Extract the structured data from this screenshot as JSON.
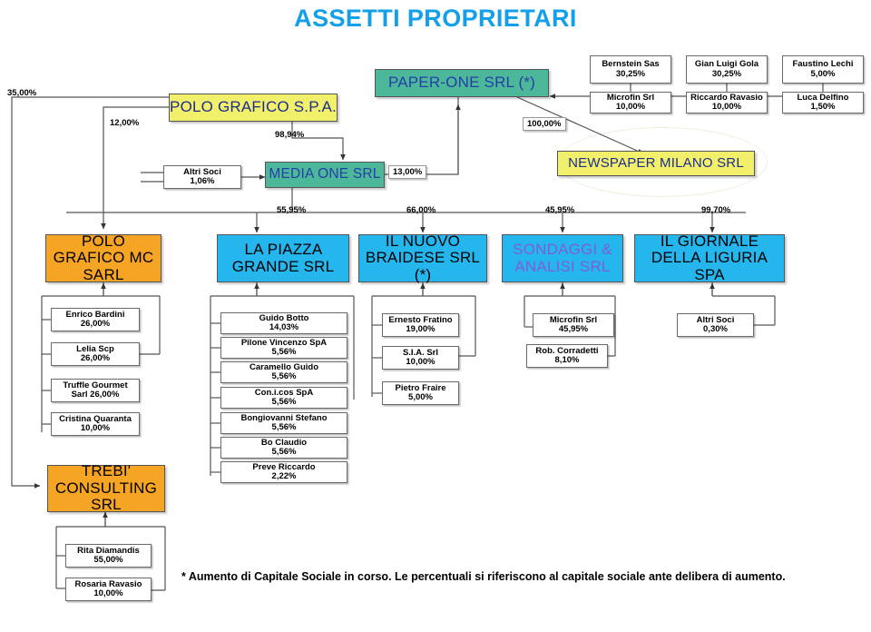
{
  "title": "ASSETTI PROPRIETARI",
  "footnote": "* Aumento di Capitale Sociale in corso. Le percentuali si riferiscono al capitale sociale ante delibera di aumento.",
  "colors": {
    "title": "#13a0e8",
    "yellow": "#f2f06a",
    "green": "#4db79a",
    "orange": "#f5a423",
    "cyan": "#26b6ee",
    "entity_text_blue": "#2440a8",
    "violet_text": "#7d5fd4",
    "box_border": "#555555",
    "wire": "#555555"
  },
  "entities": {
    "paper_one": "PAPER-ONE SRL (*)",
    "newspaper_milano": "NEWSPAPER MILANO SRL",
    "polo_grafico_spa": "POLO GRAFICO S.P.A.",
    "media_one": "MEDIA ONE SRL",
    "polo_grafico_mc": "POLO GRAFICO\nMC SARL",
    "polo_grafico_mc_l1": "POLO GRAFICO",
    "polo_grafico_mc_l2": "MC SARL",
    "la_piazza_l1": "LA PIAZZA",
    "la_piazza_l2": "GRANDE SRL",
    "braidese_l1": "IL NUOVO",
    "braidese_l2": "BRAIDESE SRL (*)",
    "sondaggi_l1": "SONDAGGI &",
    "sondaggi_l2": "ANALISI SRL",
    "giornale_l1": "IL GIORNALE DELLA",
    "giornale_l2": "LIGURIA SPA",
    "trebi_l1": "TREBI'",
    "trebi_l2": "CONSULTING SRL"
  },
  "paper_one_shareholders": [
    {
      "name": "Bernstein Sas",
      "pct": "30,25%"
    },
    {
      "name": "Gian Luigi Gola",
      "pct": "30,25%"
    },
    {
      "name": "Faustino Lechi",
      "pct": "5,00%"
    },
    {
      "name": "Microfin Srl",
      "pct": "10,00%"
    },
    {
      "name": "Riccardo Ravasio",
      "pct": "10,00%"
    },
    {
      "name": "Luca Delfino",
      "pct": "1,50%"
    }
  ],
  "media_one_shareholders": [
    {
      "name": "Altri Soci",
      "pct": "1,06%"
    }
  ],
  "polo_mc_shareholders": [
    {
      "name": "Enrico Bardini",
      "pct": "26,00%"
    },
    {
      "name": "Lelia Scp",
      "pct": "26,00%"
    },
    {
      "name": "Truffle Gourmet",
      "pct": "Sarl 26,00%"
    },
    {
      "name": "Cristina Quaranta",
      "pct": "10,00%"
    }
  ],
  "piazza_shareholders": [
    {
      "name": "Guido Botto",
      "pct": "14,03%"
    },
    {
      "name": "Pilone Vincenzo SpA",
      "pct": "5,56%"
    },
    {
      "name": "Caramello Guido",
      "pct": "5,56%"
    },
    {
      "name": "Con.i.cos SpA",
      "pct": "5,56%"
    },
    {
      "name": "Bongiovanni Stefano",
      "pct": "5,56%"
    },
    {
      "name": "Bo Claudio",
      "pct": "5,56%"
    },
    {
      "name": "Preve Riccardo",
      "pct": "2,22%"
    }
  ],
  "braidese_shareholders": [
    {
      "name": "Ernesto Fratino",
      "pct": "19,00%"
    },
    {
      "name": "S.I.A. Srl",
      "pct": "10,00%"
    },
    {
      "name": "Pietro Fraire",
      "pct": "5,00%"
    }
  ],
  "sondaggi_shareholders": [
    {
      "name": "Microfin Srl",
      "pct": "45,95%"
    },
    {
      "name": "Rob. Corradetti",
      "pct": "8,10%"
    }
  ],
  "giornale_shareholders": [
    {
      "name": "Altri Soci",
      "pct": "0,30%"
    }
  ],
  "trebi_shareholders": [
    {
      "name": "Rita Diamandis",
      "pct": "55,00%"
    },
    {
      "name": "Rosaria Ravasio",
      "pct": "10,00%"
    }
  ],
  "edge_labels": {
    "spa_to_trebi": "35,00%",
    "spa_to_polo_mc": "12,00%",
    "spa_to_media": "98,94%",
    "media_to_paper": "13,00%",
    "paper_to_newspaper": "100,00%",
    "media_to_piazza": "55,95%",
    "media_to_braidese": "66,00%",
    "media_to_sondaggi": "45,95%",
    "media_to_giornale": "99,70%"
  },
  "chart_data": {
    "type": "diagram",
    "title": "ASSETTI PROPRIETARI",
    "ownership_edges": [
      {
        "from": "Bernstein Sas",
        "to": "PAPER-ONE SRL (*)",
        "pct": 30.25
      },
      {
        "from": "Gian Luigi Gola",
        "to": "PAPER-ONE SRL (*)",
        "pct": 30.25
      },
      {
        "from": "Faustino Lechi",
        "to": "PAPER-ONE SRL (*)",
        "pct": 5.0
      },
      {
        "from": "Microfin Srl",
        "to": "PAPER-ONE SRL (*)",
        "pct": 10.0
      },
      {
        "from": "Riccardo Ravasio",
        "to": "PAPER-ONE SRL (*)",
        "pct": 10.0
      },
      {
        "from": "Luca Delfino",
        "to": "PAPER-ONE SRL (*)",
        "pct": 1.5
      },
      {
        "from": "MEDIA ONE SRL",
        "to": "PAPER-ONE SRL (*)",
        "pct": 13.0
      },
      {
        "from": "PAPER-ONE SRL (*)",
        "to": "NEWSPAPER MILANO SRL",
        "pct": 100.0
      },
      {
        "from": "POLO GRAFICO S.P.A.",
        "to": "MEDIA ONE SRL",
        "pct": 98.94
      },
      {
        "from": "Altri Soci",
        "to": "MEDIA ONE SRL",
        "pct": 1.06
      },
      {
        "from": "POLO GRAFICO S.P.A.",
        "to": "POLO GRAFICO MC SARL",
        "pct": 12.0
      },
      {
        "from": "POLO GRAFICO S.P.A.",
        "to": "TREBI' CONSULTING SRL",
        "pct": 35.0
      },
      {
        "from": "MEDIA ONE SRL",
        "to": "LA PIAZZA GRANDE SRL",
        "pct": 55.95
      },
      {
        "from": "MEDIA ONE SRL",
        "to": "IL NUOVO BRAIDESE SRL (*)",
        "pct": 66.0
      },
      {
        "from": "MEDIA ONE SRL",
        "to": "SONDAGGI & ANALISI SRL",
        "pct": 45.95
      },
      {
        "from": "MEDIA ONE SRL",
        "to": "IL GIORNALE DELLA LIGURIA SPA",
        "pct": 99.7
      },
      {
        "from": "Enrico Bardini",
        "to": "POLO GRAFICO MC SARL",
        "pct": 26.0
      },
      {
        "from": "Lelia Scp",
        "to": "POLO GRAFICO MC SARL",
        "pct": 26.0
      },
      {
        "from": "Truffle Gourmet Sarl",
        "to": "POLO GRAFICO MC SARL",
        "pct": 26.0
      },
      {
        "from": "Cristina Quaranta",
        "to": "POLO GRAFICO MC SARL",
        "pct": 10.0
      },
      {
        "from": "Guido Botto",
        "to": "LA PIAZZA GRANDE SRL",
        "pct": 14.03
      },
      {
        "from": "Pilone Vincenzo SpA",
        "to": "LA PIAZZA GRANDE SRL",
        "pct": 5.56
      },
      {
        "from": "Caramello Guido",
        "to": "LA PIAZZA GRANDE SRL",
        "pct": 5.56
      },
      {
        "from": "Con.i.cos SpA",
        "to": "LA PIAZZA GRANDE SRL",
        "pct": 5.56
      },
      {
        "from": "Bongiovanni Stefano",
        "to": "LA PIAZZA GRANDE SRL",
        "pct": 5.56
      },
      {
        "from": "Bo Claudio",
        "to": "LA PIAZZA GRANDE SRL",
        "pct": 5.56
      },
      {
        "from": "Preve Riccardo",
        "to": "LA PIAZZA GRANDE SRL",
        "pct": 2.22
      },
      {
        "from": "Ernesto Fratino",
        "to": "IL NUOVO BRAIDESE SRL (*)",
        "pct": 19.0
      },
      {
        "from": "S.I.A. Srl",
        "to": "IL NUOVO BRAIDESE SRL (*)",
        "pct": 10.0
      },
      {
        "from": "Pietro Fraire",
        "to": "IL NUOVO BRAIDESE SRL (*)",
        "pct": 5.0
      },
      {
        "from": "Microfin Srl",
        "to": "SONDAGGI & ANALISI SRL",
        "pct": 45.95
      },
      {
        "from": "Rob. Corradetti",
        "to": "SONDAGGI & ANALISI SRL",
        "pct": 8.1
      },
      {
        "from": "Altri Soci",
        "to": "IL GIORNALE DELLA LIGURIA SPA",
        "pct": 0.3
      },
      {
        "from": "Rita Diamandis",
        "to": "TREBI' CONSULTING SRL",
        "pct": 55.0
      },
      {
        "from": "Rosaria Ravasio",
        "to": "TREBI' CONSULTING SRL",
        "pct": 10.0
      }
    ]
  }
}
